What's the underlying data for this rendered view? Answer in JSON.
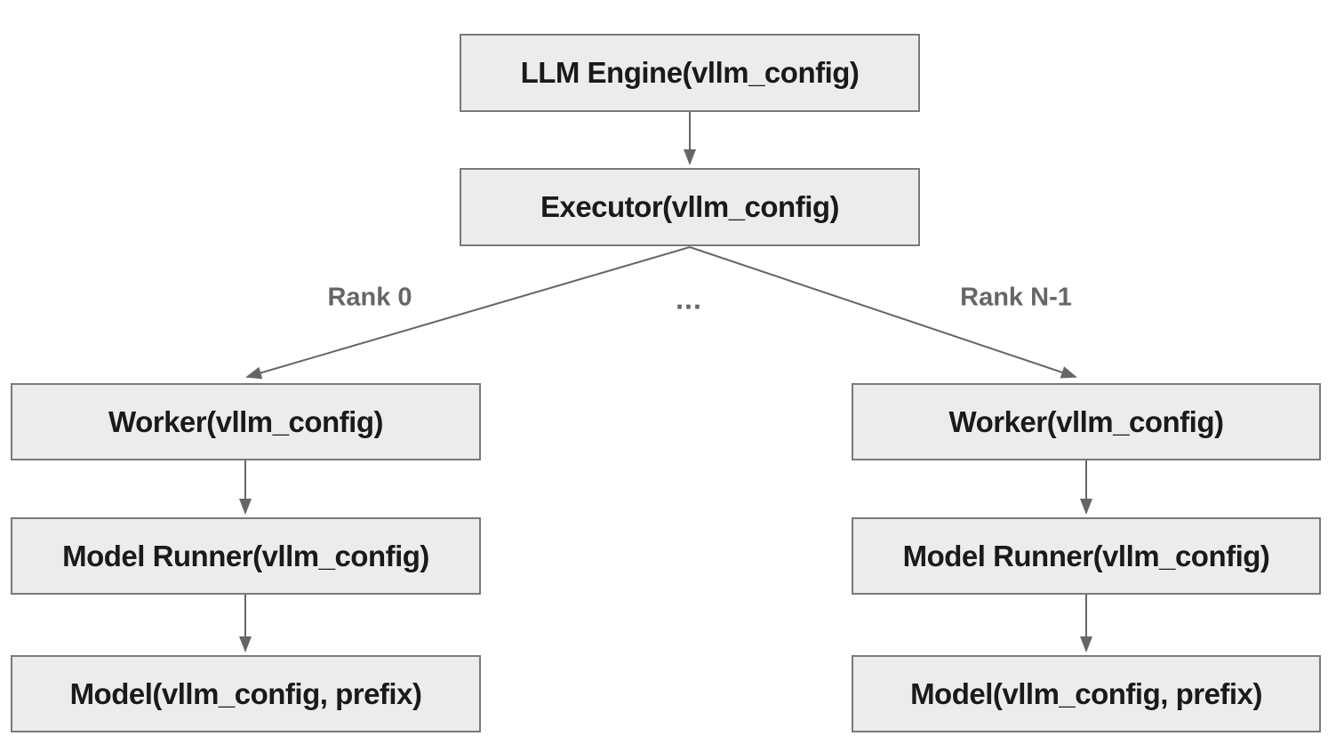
{
  "diagram": {
    "type": "architecture-flowchart",
    "nodes": {
      "llm_engine": {
        "label": "LLM Engine(vllm_config)"
      },
      "executor": {
        "label": "Executor(vllm_config)"
      },
      "worker_left": {
        "label": "Worker(vllm_config)"
      },
      "model_runner_left": {
        "label": "Model Runner(vllm_config)"
      },
      "model_left": {
        "label": "Model(vllm_config, prefix)"
      },
      "worker_right": {
        "label": "Worker(vllm_config)"
      },
      "model_runner_right": {
        "label": "Model Runner(vllm_config)"
      },
      "model_right": {
        "label": "Model(vllm_config, prefix)"
      }
    },
    "edges": [
      {
        "from": "llm_engine",
        "to": "executor",
        "label": ""
      },
      {
        "from": "executor",
        "to": "worker_left",
        "label": "Rank 0"
      },
      {
        "from": "executor",
        "to": "worker_right",
        "label": "Rank N-1"
      },
      {
        "from": "worker_left",
        "to": "model_runner_left",
        "label": ""
      },
      {
        "from": "model_runner_left",
        "to": "model_left",
        "label": ""
      },
      {
        "from": "worker_right",
        "to": "model_runner_right",
        "label": ""
      },
      {
        "from": "model_runner_right",
        "to": "model_right",
        "label": ""
      }
    ],
    "edge_labels": {
      "rank0": "Rank 0",
      "ellipsis": "...",
      "rank_n_minus_1": "Rank N-1"
    },
    "colors": {
      "background": "#ffffff",
      "node_fill": "#ececec",
      "node_border": "#7a7a7a",
      "node_text": "#1a1a1a",
      "arrow": "#666666",
      "edge_label_text": "#666666"
    }
  }
}
